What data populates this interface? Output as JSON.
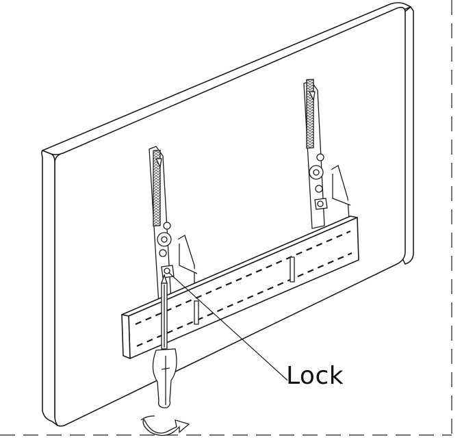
{
  "callout": {
    "label": "Lock"
  },
  "colors": {
    "ink": "#1a1a1a",
    "panel": "#ffffff",
    "background": "#ffffff"
  },
  "parts": [
    "tv-panel",
    "left-mounting-arm",
    "right-mounting-arm",
    "wall-plate",
    "screwdriver",
    "rotation-arrow"
  ]
}
